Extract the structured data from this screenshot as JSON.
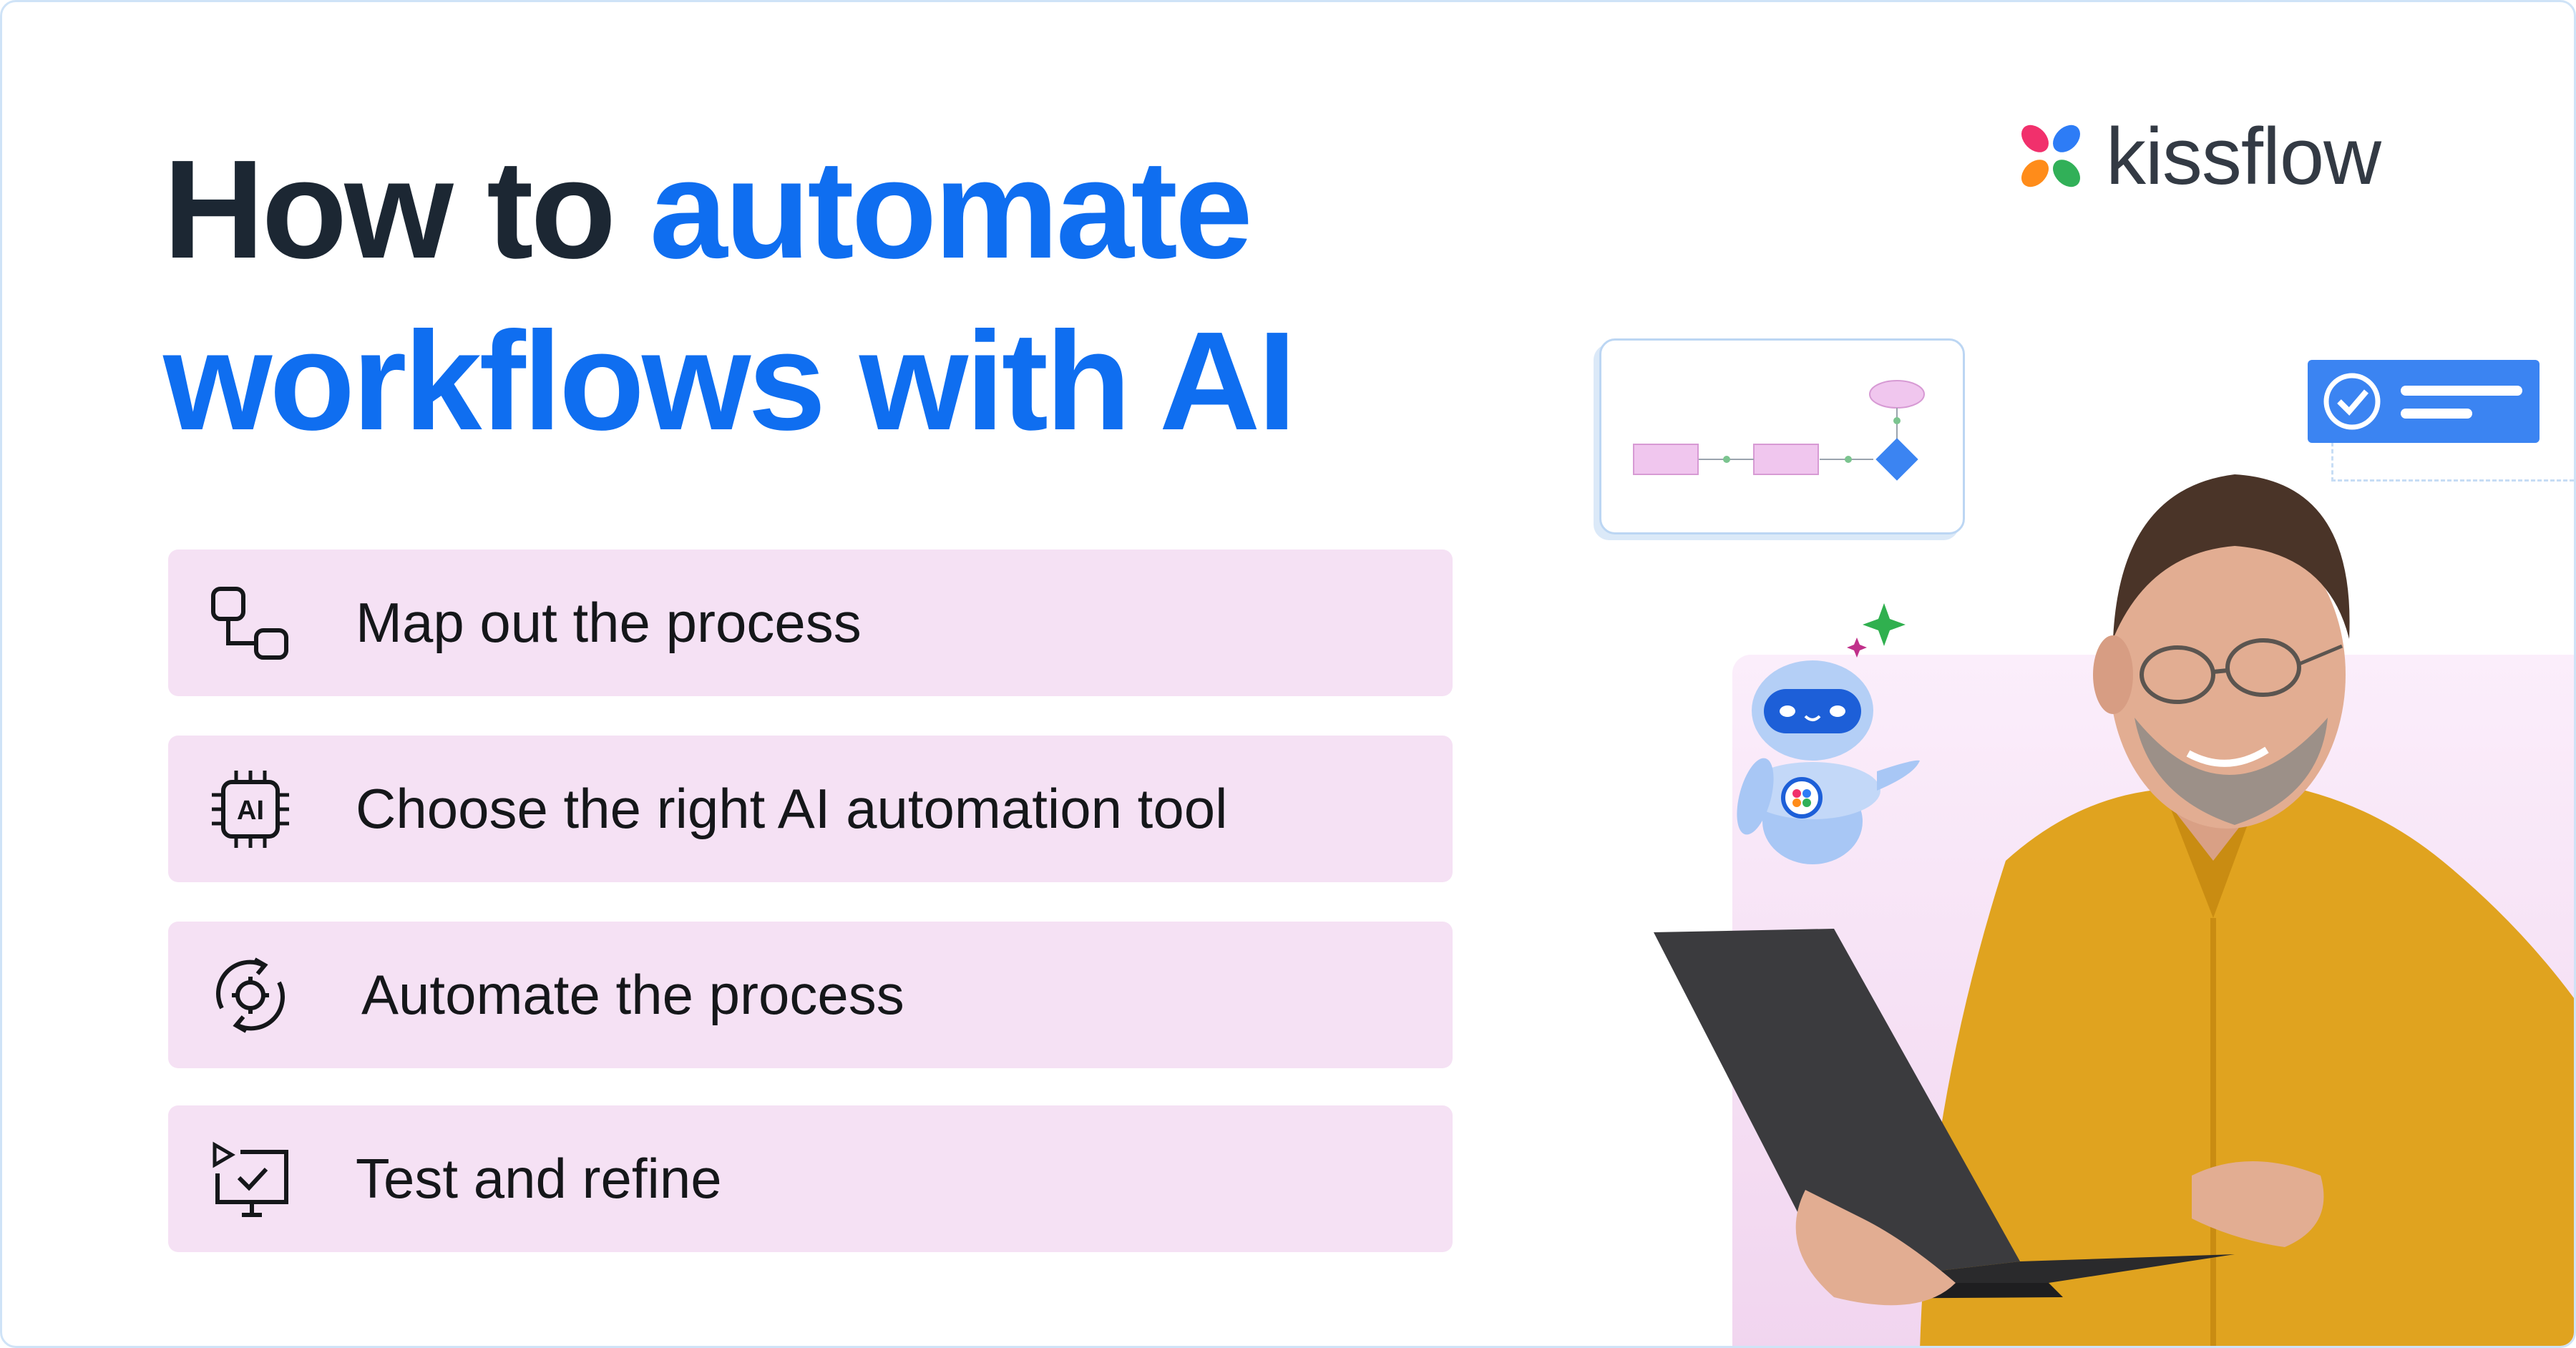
{
  "title": {
    "line1_plain": "How to ",
    "line1_accent": "automate",
    "line2_accent": "workflows with AI"
  },
  "logo": {
    "wordmark": "kissflow"
  },
  "steps": [
    {
      "label": "Map out the process",
      "icon": "flowchart-icon"
    },
    {
      "label": "Choose the right AI automation tool",
      "icon": "ai-chip-icon"
    },
    {
      "label": "Automate the process",
      "icon": "gear-cycle-icon"
    },
    {
      "label": "Test and refine",
      "icon": "monitor-check-icon"
    }
  ],
  "colors": {
    "accent": "#0f6ef0",
    "title": "#1c2733",
    "step_bg": "#f5e1f4",
    "shirt": "#e0a31f",
    "laptop": "#3b3b3e"
  }
}
